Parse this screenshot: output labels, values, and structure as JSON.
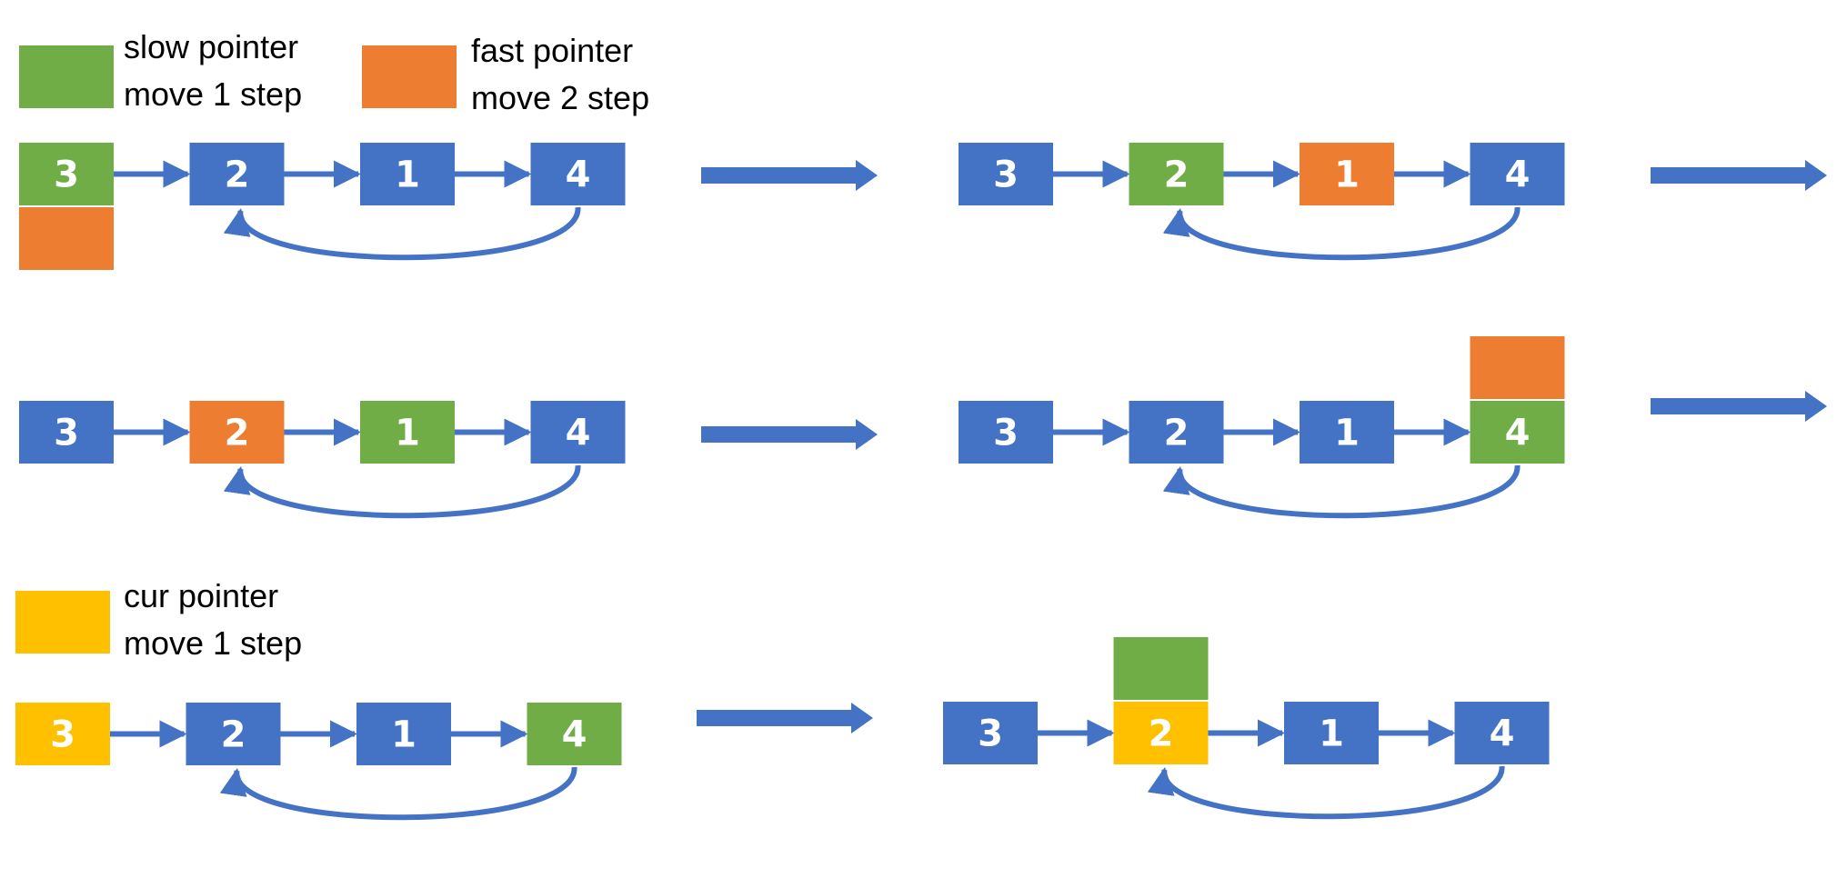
{
  "colors": {
    "node": "#4472C4",
    "slow": "#70AD47",
    "fast": "#ED7D31",
    "cur": "#FFC000",
    "arrow": "#4472C4",
    "text": "#ffffff"
  },
  "legend": [
    {
      "line1": "slow pointer",
      "line2": "move 1 step",
      "color": "slow"
    },
    {
      "line1": "fast pointer",
      "line2": "move 2 step",
      "color": "fast"
    },
    {
      "line1": "cur pointer",
      "line2": "move 1 step",
      "color": "cur"
    }
  ],
  "steps": [
    {
      "values": [
        "3",
        "2",
        "1",
        "4"
      ],
      "node_colors": [
        "slow",
        "node",
        "node",
        "node"
      ],
      "extra_below": "fast"
    },
    {
      "values": [
        "3",
        "2",
        "1",
        "4"
      ],
      "node_colors": [
        "node",
        "slow",
        "fast",
        "node"
      ]
    },
    {
      "values": [
        "3",
        "2",
        "1",
        "4"
      ],
      "node_colors": [
        "node",
        "fast",
        "slow",
        "node"
      ]
    },
    {
      "values": [
        "3",
        "2",
        "1",
        "4"
      ],
      "node_colors": [
        "node",
        "node",
        "node",
        "slow"
      ],
      "extra_above": "fast"
    },
    {
      "values": [
        "3",
        "2",
        "1",
        "4"
      ],
      "node_colors": [
        "cur",
        "node",
        "node",
        "slow"
      ]
    },
    {
      "values": [
        "3",
        "2",
        "1",
        "4"
      ],
      "node_colors": [
        "node",
        "cur",
        "node",
        "node"
      ],
      "extra_above": "slow"
    }
  ]
}
